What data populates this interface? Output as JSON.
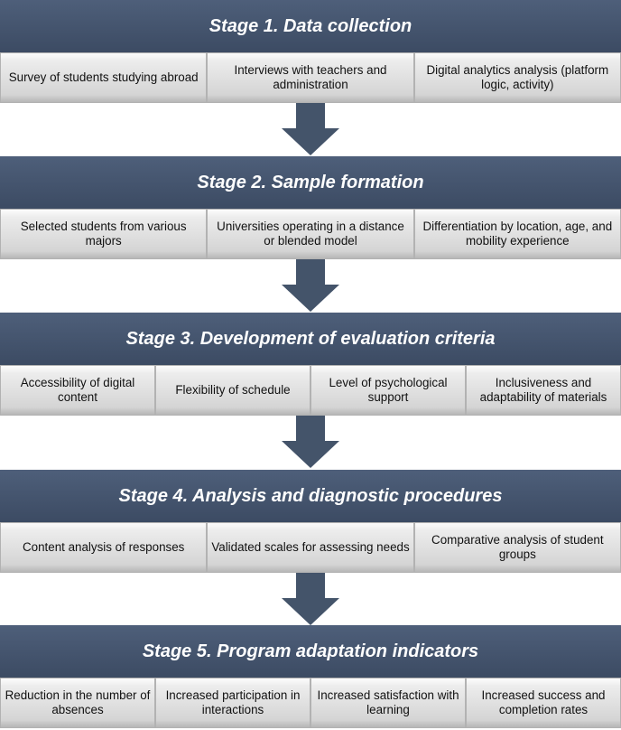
{
  "stages": [
    {
      "title": "Stage 1. Data collection",
      "items": [
        "Survey of students studying abroad",
        "Interviews with teachers and administration",
        "Digital analytics analysis (platform logic, activity)"
      ]
    },
    {
      "title": "Stage 2. Sample formation",
      "items": [
        "Selected students from various majors",
        "Universities operating in a distance or blended model",
        "Differentiation by location, age, and mobility experience"
      ]
    },
    {
      "title": "Stage 3. Development of evaluation criteria",
      "items": [
        "Accessibility of digital content",
        "Flexibility of schedule",
        "Level of psychological support",
        "Inclusiveness and adaptability of materials"
      ]
    },
    {
      "title": "Stage 4. Analysis and diagnostic procedures",
      "items": [
        "Content analysis of responses",
        "Validated scales for assessing needs",
        "Comparative analysis of student groups"
      ]
    },
    {
      "title": "Stage 5. Program adaptation indicators",
      "items": [
        "Reduction in the number of absences",
        "Increased participation in interactions",
        "Increased satisfaction with learning",
        "Increased success and completion rates"
      ]
    }
  ],
  "colors": {
    "header": "#44546a",
    "box": "#e0e0e0",
    "arrow": "#44546a"
  }
}
